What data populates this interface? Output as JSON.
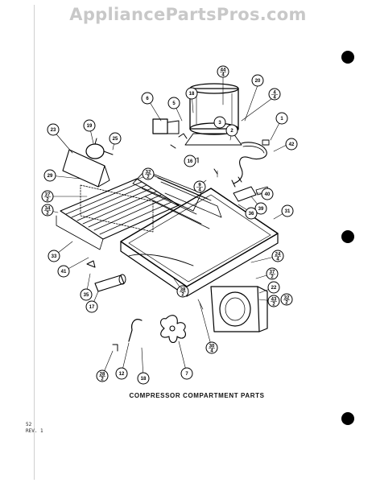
{
  "watermark": "AppliancePartsPros.com",
  "caption": "COMPRESSOR COMPARTMENT PARTS",
  "page_number": "52",
  "revision": "REV. 1",
  "callouts": [
    {
      "id": "c44",
      "text": "44",
      "sub": "4"
    },
    {
      "id": "c20",
      "text": "20"
    },
    {
      "id": "c6",
      "text": "6"
    },
    {
      "id": "c5",
      "text": "5"
    },
    {
      "id": "c18a",
      "text": "18"
    },
    {
      "id": "c4",
      "text": "4",
      "sub": "4"
    },
    {
      "id": "c1",
      "text": "1"
    },
    {
      "id": "c3",
      "text": "3"
    },
    {
      "id": "c2",
      "text": "2"
    },
    {
      "id": "c23",
      "text": "23"
    },
    {
      "id": "c19",
      "text": "19"
    },
    {
      "id": "c25",
      "text": "25"
    },
    {
      "id": "c42",
      "text": "42"
    },
    {
      "id": "c16",
      "text": "16"
    },
    {
      "id": "c29",
      "text": "29"
    },
    {
      "id": "c32a",
      "text": "32",
      "sub": "2"
    },
    {
      "id": "c9",
      "text": "9",
      "sub": "4"
    },
    {
      "id": "c37a",
      "text": "37",
      "sub": "2"
    },
    {
      "id": "c40",
      "text": "40"
    },
    {
      "id": "c34",
      "text": "34",
      "sub": "2"
    },
    {
      "id": "c39",
      "text": "39"
    },
    {
      "id": "c36",
      "text": "36"
    },
    {
      "id": "c31",
      "text": "31"
    },
    {
      "id": "c33",
      "text": "33"
    },
    {
      "id": "c41",
      "text": "41"
    },
    {
      "id": "c24",
      "text": "24",
      "sub": "4"
    },
    {
      "id": "c37b",
      "text": "37",
      "sub": "2"
    },
    {
      "id": "c35",
      "text": "35"
    },
    {
      "id": "c38",
      "text": "38",
      "sub": "2"
    },
    {
      "id": "c22",
      "text": "22"
    },
    {
      "id": "c43",
      "text": "43",
      "sub": "2"
    },
    {
      "id": "c17",
      "text": "17"
    },
    {
      "id": "c32b",
      "text": "32",
      "sub": "2"
    },
    {
      "id": "c30",
      "text": "30",
      "sub": "4"
    },
    {
      "id": "c28",
      "text": "28",
      "sub": "2"
    },
    {
      "id": "c12",
      "text": "12"
    },
    {
      "id": "c18b",
      "text": "18"
    },
    {
      "id": "c7",
      "text": "7"
    }
  ]
}
